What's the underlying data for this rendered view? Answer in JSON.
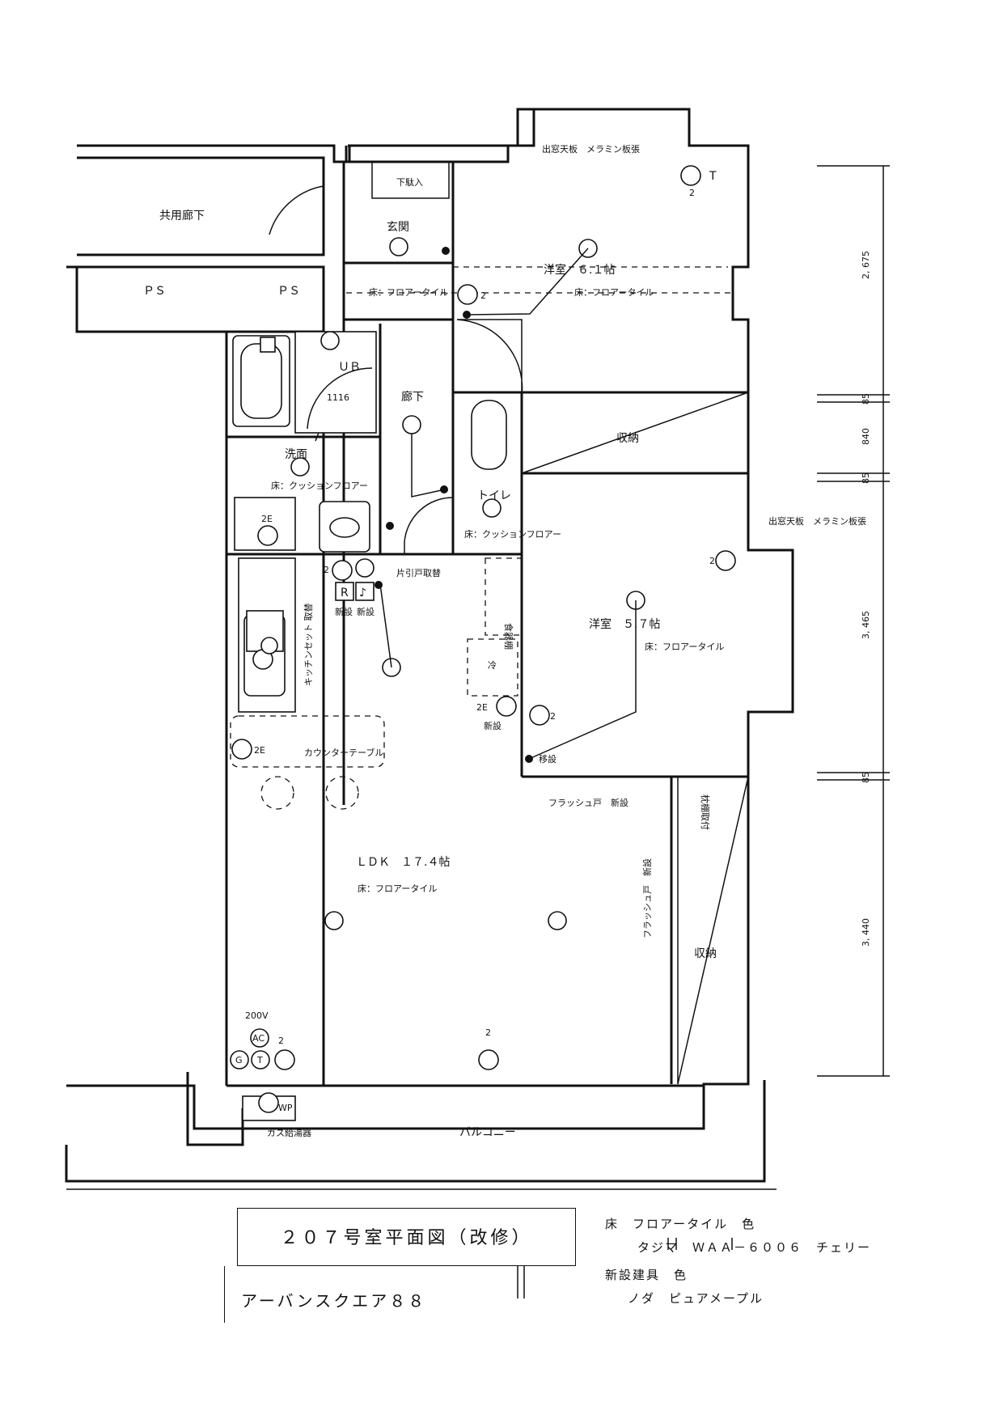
{
  "rooms": {
    "kyoyo_roka": "共用廊下",
    "ps1": "ＰＳ",
    "ps2": "ＰＳ",
    "genkan": "玄関",
    "shoes": "下駄入",
    "youshitsu1": "洋室　６.１帖",
    "youshitsu1_floor": "床：フロアータイル",
    "hall_floor": "床：フロアータイル",
    "ub": "ＵＢ",
    "ub_size": "1116",
    "roka": "廊下",
    "toilet": "トイレ",
    "toilet_floor": "床：クッションフロアー",
    "senmen": "洗面",
    "senmen_floor": "床：クッションフロアー",
    "shuno1": "収納",
    "demado1": "出窓天板　メラミン板張",
    "demado2": "出窓天板　メラミン板張",
    "youshitsu2": "洋室　５.７帖",
    "youshitsu2_floor": "床：フロアータイル",
    "katabiki": "片引戸取替",
    "kitchen": "キッチンセット 取替",
    "shokkidana": "食器棚",
    "rei": "冷",
    "counter": "カウンターテーブル",
    "ldk": "ＬＤＫ　１７.４帖",
    "ldk_floor": "床：フロアータイル",
    "flush1": "フラッシュ戸　新設",
    "flush2": "フラッシュ戸　新設",
    "shuno2": "収納",
    "makura": "枕棚取付",
    "balcony": "バルコニー",
    "gas": "ガス給湯器"
  },
  "equipment": {
    "outlet_count_2": "2",
    "outlet_2e": "2E",
    "new": "新設",
    "move": "移設",
    "r": "R",
    "note": "♪",
    "t": "T",
    "g": "G",
    "ac": "AC",
    "v200": "200V",
    "wp": "WP"
  },
  "dimensions": {
    "d1": "2, 675",
    "d2": "85",
    "d3": "840",
    "d4": "85",
    "d5": "3, 465",
    "d6": "85",
    "d7": "3, 440"
  },
  "title": "２０７号室平面図（改修）",
  "building": "アーバンスクエア８８",
  "spec": {
    "floor_label": "床　フロアータイル　色",
    "floor_value": "タジマ　ＷＡＡ－６００６　チェリー",
    "fitting_label": "新設建具　色",
    "fitting_value": "ノダ　ピュアメープル"
  }
}
